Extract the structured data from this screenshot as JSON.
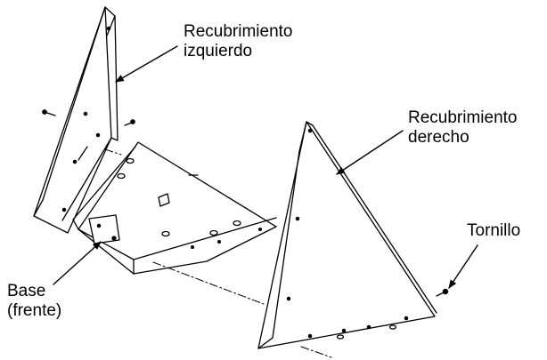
{
  "labels": {
    "left_cover": [
      "Recubrimiento",
      "izquierdo"
    ],
    "right_cover": [
      "Recubrimiento",
      "derecho"
    ],
    "screw": [
      "Tornillo"
    ],
    "base": [
      "Base",
      "(frente)"
    ]
  },
  "colors": {
    "ink": "#000000",
    "paper": "#ffffff"
  }
}
